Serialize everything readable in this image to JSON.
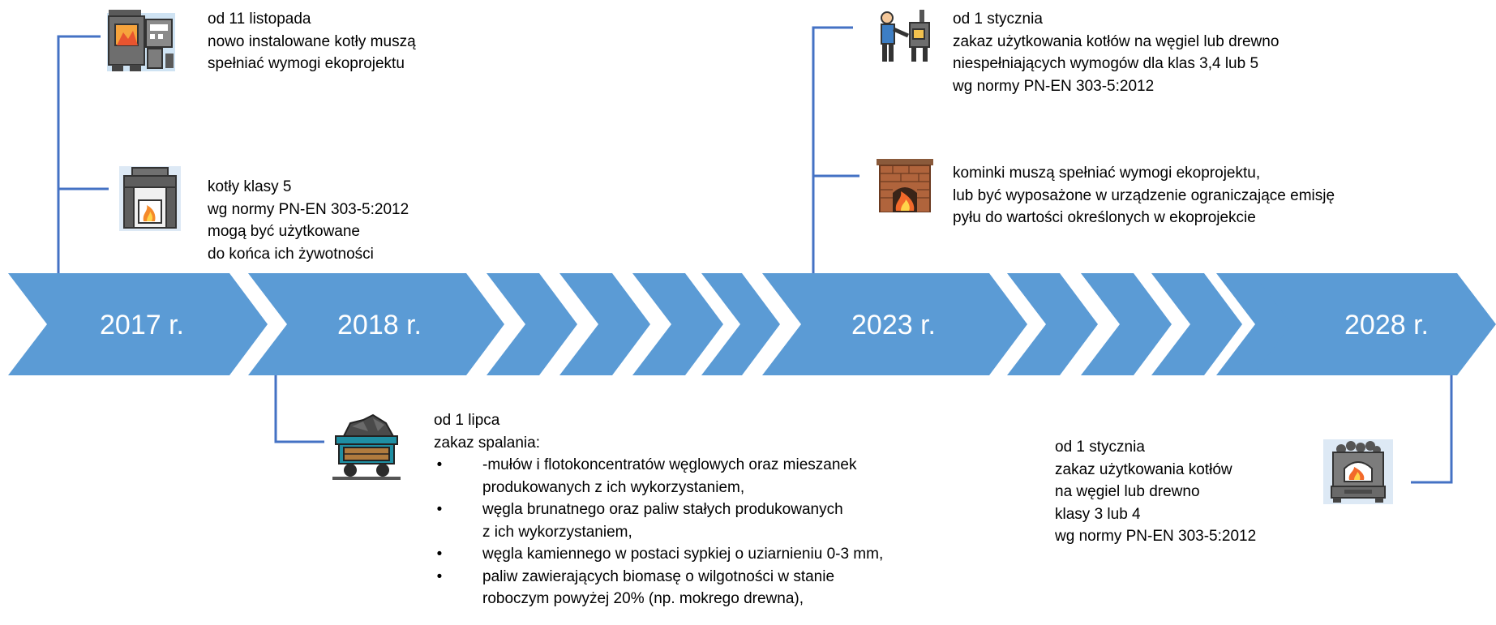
{
  "timeline": {
    "accent_color": "#5b9bd5",
    "connector_color": "#4472c4",
    "years": [
      "2017 r.",
      "2018 r.",
      "2023 r.",
      "2028 r."
    ]
  },
  "events": {
    "e2017_boilers": {
      "icon": "boiler-icon",
      "lines": [
        "od 11 listopada",
        "nowo instalowane kotły muszą",
        "spełniać wymogi ekoprojektu"
      ]
    },
    "e2017_class5": {
      "icon": "furnace-icon",
      "lines": [
        "kotły klasy 5",
        "wg normy  PN-EN 303-5:2012",
        "mogą być użytkowane",
        "do końca ich żywotności"
      ]
    },
    "e2018_ban": {
      "icon": "coal-cart-icon",
      "lines": [
        "od 1 lipca",
        "zakaz spalania:"
      ],
      "bullets": [
        [
          "-mułów i flotokoncentratów węglowych oraz mieszanek",
          "produkowanych z ich wykorzystaniem,"
        ],
        [
          "węgla brunatnego oraz paliw stałych produkowanych",
          "z ich wykorzystaniem,"
        ],
        [
          "węgla kamiennego w postaci sypkiej o uziarnieniu 0-3 mm,"
        ],
        [
          "paliw zawierających biomasę o wilgotności w stanie",
          "roboczym powyżej 20% (np. mokrego drewna),"
        ]
      ]
    },
    "e2023_boilers": {
      "icon": "person-boiler-icon",
      "lines": [
        "od 1 stycznia",
        "zakaz użytkowania kotłów na węgiel lub drewno",
        "niespełniających wymogów  dla klas 3,4 lub 5",
        "wg normy PN-EN 303-5:2012"
      ]
    },
    "e2023_fireplaces": {
      "icon": "fireplace-icon",
      "lines": [
        "kominki muszą spełniać wymogi ekoprojektu,",
        "lub być wyposażone w urządzenie ograniczające emisję",
        "pyłu do wartości określonych w ekoprojekcie"
      ]
    },
    "e2028_boilers": {
      "icon": "stove-icon",
      "lines": [
        "od 1 stycznia",
        "zakaz użytkowania kotłów",
        "na węgiel lub drewno",
        "klasy 3 lub 4",
        "wg normy PN-EN 303-5:2012"
      ]
    }
  }
}
